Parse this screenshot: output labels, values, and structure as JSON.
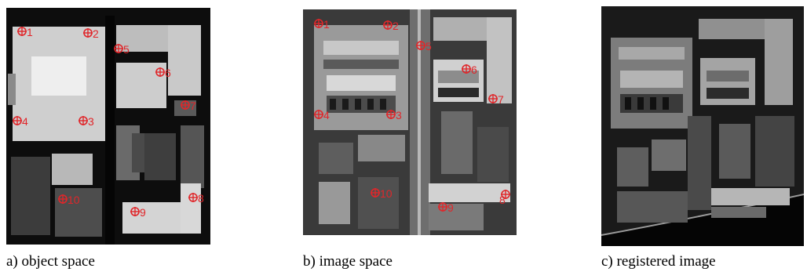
{
  "colors": {
    "marker": "#e0262a",
    "background": "#ffffff"
  },
  "panels": [
    {
      "caption": "a) object space",
      "markers": [
        "1",
        "2",
        "3",
        "4",
        "5",
        "6",
        "7",
        "8",
        "9",
        "10"
      ]
    },
    {
      "caption": "b) image space",
      "markers": [
        "1",
        "2",
        "3",
        "4",
        "5",
        "6",
        "7",
        "8",
        "9",
        "10"
      ]
    },
    {
      "caption": "c) registered image",
      "markers": []
    }
  ]
}
